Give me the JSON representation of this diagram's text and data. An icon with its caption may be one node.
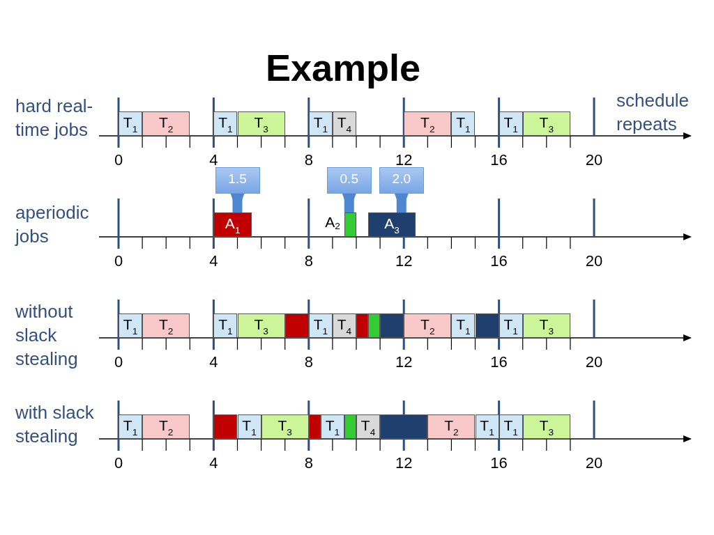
{
  "diagram": {
    "title": "Example",
    "nodes": [
      {
        "text": [
          "T$_{1}$"
        ]
      },
      {
        "text": [
          "T$_{2}$"
        ]
      },
      {
        "text": [
          "T$_{1}$"
        ]
      },
      {
        "text": [
          "T$_{3}$"
        ]
      },
      {
        "text": [
          "T$_{1}$"
        ]
      },
      {
        "text": [
          "T$_{4}$"
        ]
      },
      {
        "text": [
          "T$_{2}$"
        ]
      },
      {
        "text": [
          "T$_{1}$"
        ]
      },
      {
        "text": [
          "T$_{1}$"
        ]
      },
      {
        "text": [
          "T$_{3}$"
        ]
      },
      {
        "text": [
          "1.5"
        ]
      },
      {
        "text": [
          "0.5"
        ]
      },
      {
        "text": [
          "2.0"
        ]
      },
      {
        "text": [
          "A$_{1}$"
        ]
      },
      {
        "text": [],
        "shape": "bar",
        "beside": [
          "A$_{2}$"
        ]
      },
      {
        "text": [
          "A$_{3}$"
        ]
      },
      {
        "text": [
          "T$_{1}$"
        ]
      },
      {
        "text": [
          "T$_{2}$"
        ]
      },
      {
        "text": [
          "T$_{1}$"
        ]
      },
      {
        "text": [
          "T$_{3}$"
        ]
      },
      {
        "text": [],
        "shape": "bar"
      },
      {
        "text": [
          "T$_{1}$"
        ]
      },
      {
        "text": [
          "T$_{4}$"
        ]
      },
      {
        "text": [],
        "shape": "bar"
      },
      {
        "text": [],
        "shape": "bar"
      },
      {
        "text": [],
        "shape": "bar"
      },
      {
        "text": [
          "T$_{2}$"
        ]
      },
      {
        "text": [
          "T$_{1}$"
        ]
      },
      {
        "text": [],
        "shape": "bar"
      },
      {
        "text": [
          "T$_{1}$"
        ]
      },
      {
        "text": [
          "T$_{3}$"
        ]
      },
      {
        "text": [
          "T$_{1}$"
        ]
      },
      {
        "text": [
          "T$_{2}$"
        ]
      },
      {
        "text": [],
        "shape": "bar"
      },
      {
        "text": [
          "T$_{1}$"
        ]
      },
      {
        "text": [
          "T$_{3}$"
        ]
      },
      {
        "text": [],
        "shape": "bar"
      },
      {
        "text": [
          "T$_{1}$"
        ]
      },
      {
        "text": [],
        "shape": "bar"
      },
      {
        "text": [
          "T$_{4}$"
        ]
      },
      {
        "text": [],
        "shape": "bar"
      },
      {
        "text": [
          "T$_{2}$"
        ]
      },
      {
        "text": [
          "T$_{1}$"
        ]
      },
      {
        "text": [
          "T$_{1}$"
        ]
      },
      {
        "text": [
          "T$_{3}$"
        ]
      }
    ],
    "edges": [
      {
        "from": 10,
        "to": 13,
        "arrow": "to"
      },
      {
        "from": 11,
        "to": 14,
        "arrow": "to"
      },
      {
        "from": 12,
        "to": 15,
        "arrow": "to"
      }
    ],
    "labels": [
      "hard real-time jobs",
      "schedule repeats",
      "0",
      "4",
      "8",
      "12",
      "16",
      "20",
      "aperiodic jobs",
      "0",
      "4",
      "8",
      "12",
      "16",
      "20",
      "without slack stealing",
      "0",
      "4",
      "8",
      "12",
      "16",
      "20",
      "with slack stealing",
      "0",
      "4",
      "8",
      "12",
      "16",
      "20"
    ]
  }
}
